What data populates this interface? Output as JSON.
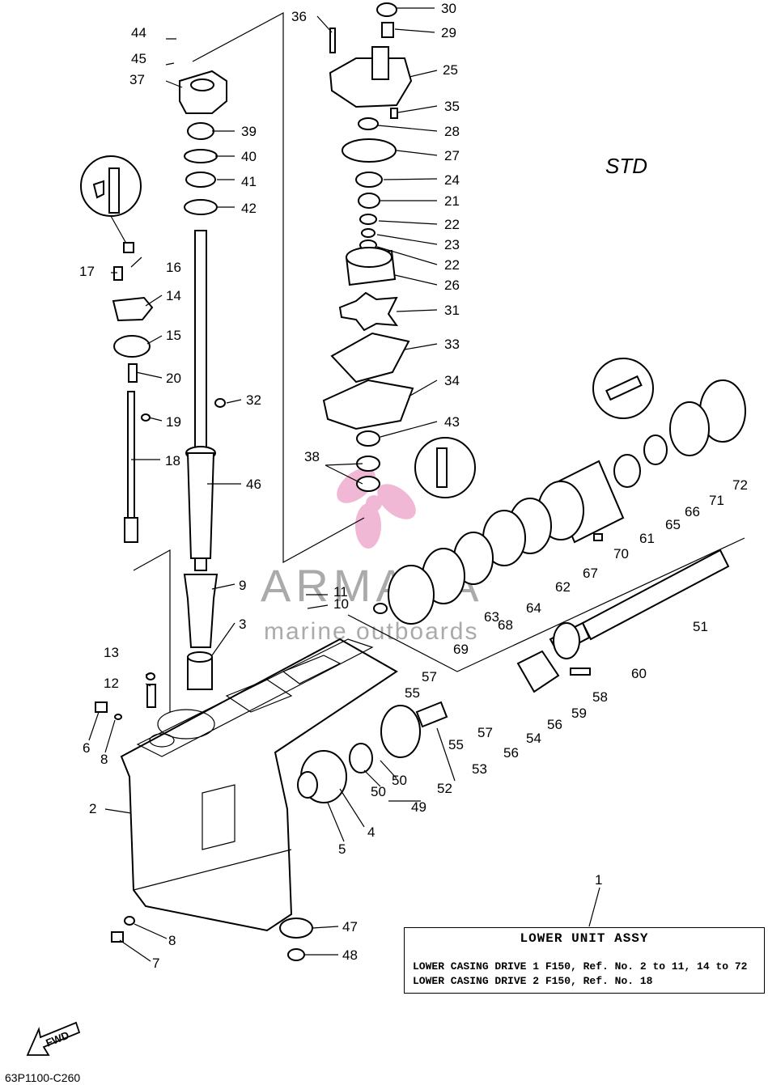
{
  "diagram": {
    "section_label": "STD",
    "diagram_code": "63P1100-C260",
    "fwd_label": "FWD",
    "watermark": {
      "brand": "ARMADA",
      "tagline": "marine outboards"
    },
    "assembly": {
      "ref": "1",
      "title": "LOWER UNIT ASSY",
      "lines": [
        "LOWER CASING DRIVE 1 F150, Ref. No. 2 to 11, 14 to 72",
        "LOWER CASING DRIVE 2 F150, Ref. No. 18"
      ]
    },
    "callouts": [
      "44",
      "45",
      "37",
      "39",
      "40",
      "41",
      "42",
      "16",
      "17",
      "14",
      "15",
      "20",
      "32",
      "19",
      "18",
      "46",
      "36",
      "30",
      "29",
      "25",
      "35",
      "28",
      "27",
      "24",
      "21",
      "22",
      "23",
      "22",
      "26",
      "31",
      "33",
      "34",
      "43",
      "38",
      "9",
      "11",
      "10",
      "3",
      "13",
      "12",
      "6",
      "8",
      "2",
      "7",
      "8",
      "47",
      "48",
      "5",
      "4",
      "50",
      "50",
      "49",
      "52",
      "53",
      "55",
      "55",
      "57",
      "57",
      "56",
      "56",
      "54",
      "59",
      "58",
      "60",
      "51",
      "61",
      "62",
      "63",
      "64",
      "65",
      "66",
      "67",
      "68",
      "69",
      "70",
      "71",
      "72",
      "1"
    ]
  }
}
